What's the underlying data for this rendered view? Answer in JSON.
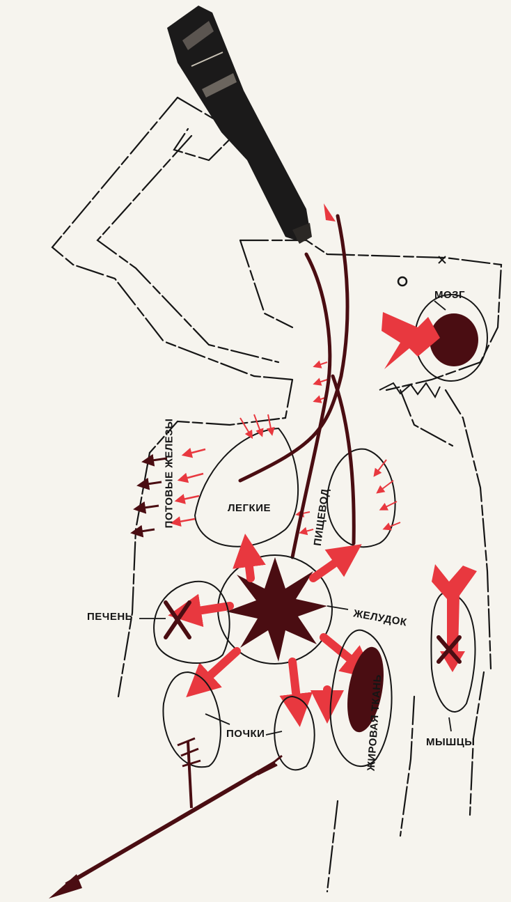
{
  "labels": {
    "brain": "МОЗГ",
    "sweat_glands": "ПОТОВЫЕ ЖЕЛЕЗЫ",
    "lungs": "ЛЕГКИЕ",
    "esophagus": "ПИЩЕВОД",
    "liver": "ПЕЧЕНЬ",
    "stomach": "ЖЕЛУДОК",
    "fat_tissue": "ЖИРОВАЯ ТКАНЬ",
    "kidneys": "ПОЧКИ",
    "muscles": "МЫШЦЫ"
  },
  "colors": {
    "paper": "#f6f4ee",
    "ink": "#151515",
    "red": "#e8383f",
    "dark_red": "#4a0d12"
  }
}
